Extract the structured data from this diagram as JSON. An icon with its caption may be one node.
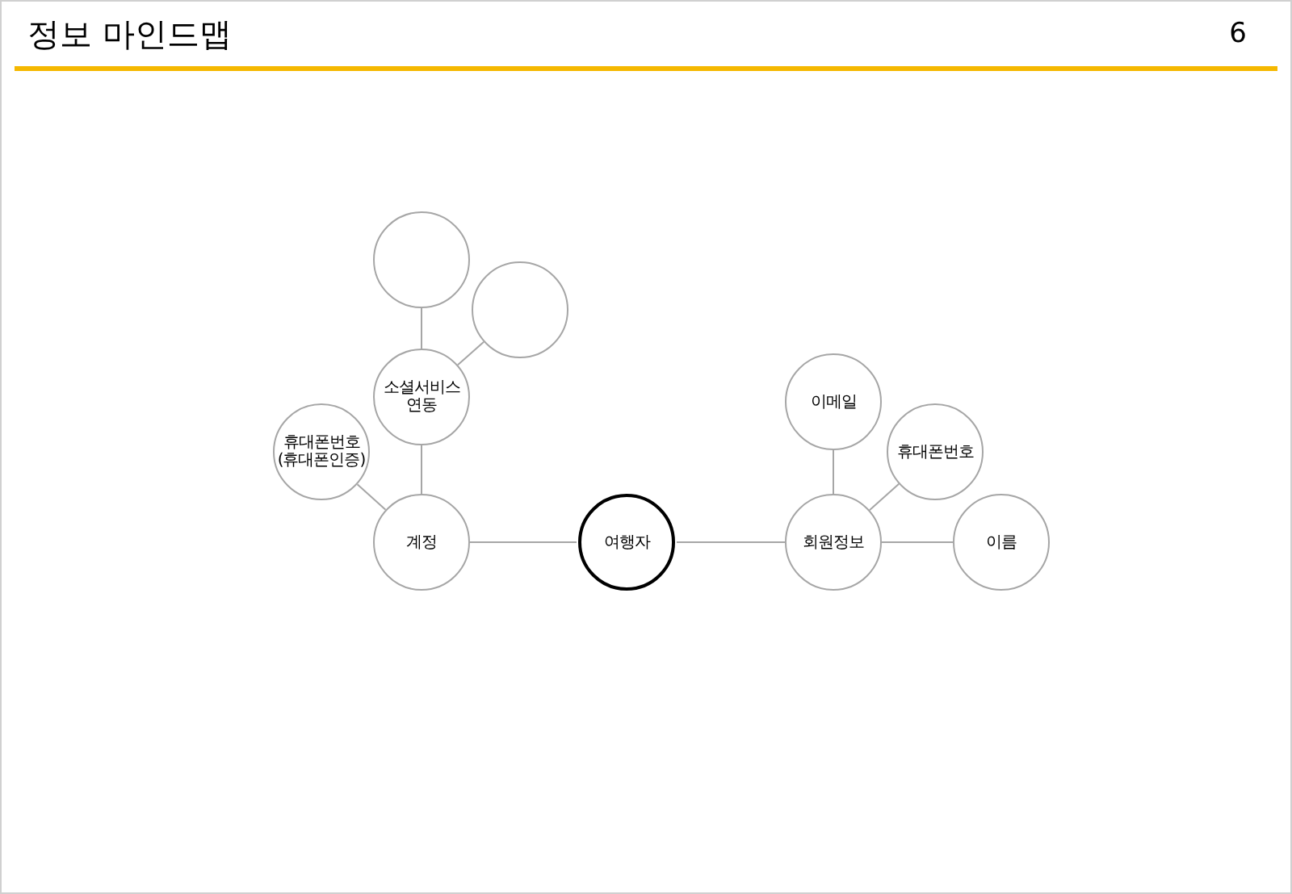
{
  "diagram": {
    "title": "정보 마인드맵",
    "nodes": [
      {
        "text": [
          "여행자"
        ]
      },
      {
        "text": [
          "계정"
        ]
      },
      {
        "text": [
          "소셜서비스 연동"
        ]
      },
      {
        "text": [
          "휴대폰번호 (휴대폰인증)"
        ]
      },
      {
        "text": [],
        "shape": "circle"
      },
      {
        "text": [],
        "shape": "circle"
      },
      {
        "text": [
          "회원정보"
        ]
      },
      {
        "text": [
          "이메일"
        ]
      },
      {
        "text": [
          "휴대폰번호"
        ]
      },
      {
        "text": [
          "이름"
        ]
      }
    ],
    "edges": [
      {
        "from": 0,
        "to": 1,
        "arrow": "none"
      },
      {
        "from": 1,
        "to": 2,
        "arrow": "none"
      },
      {
        "from": 1,
        "to": 3,
        "arrow": "none"
      },
      {
        "from": 2,
        "to": 4,
        "arrow": "none"
      },
      {
        "from": 2,
        "to": 5,
        "arrow": "none"
      },
      {
        "from": 0,
        "to": 6,
        "arrow": "none"
      },
      {
        "from": 6,
        "to": 7,
        "arrow": "none"
      },
      {
        "from": 6,
        "to": 8,
        "arrow": "none"
      },
      {
        "from": 6,
        "to": 9,
        "arrow": "none"
      }
    ],
    "labels": [
      "6"
    ]
  }
}
